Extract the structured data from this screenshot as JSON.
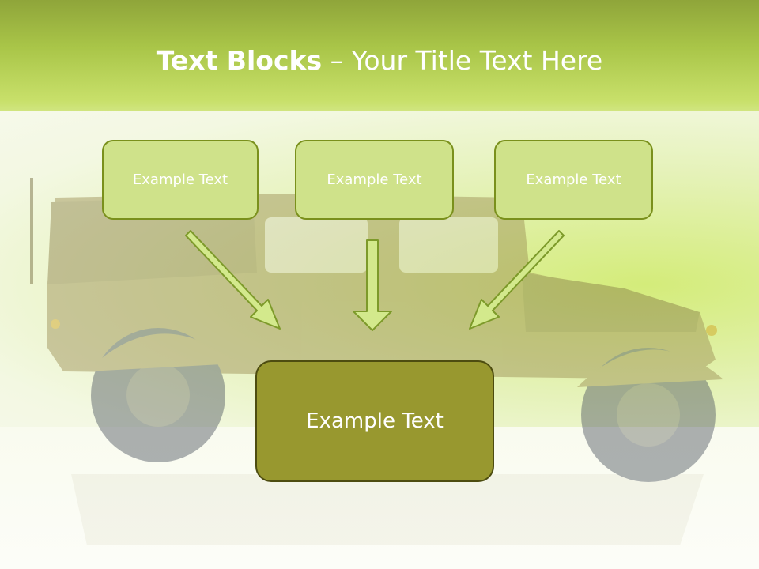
{
  "title": {
    "bold": "Text Blocks",
    "separator": " – ",
    "rest": "Your Title Text Here"
  },
  "blocks": {
    "left": "Example Text",
    "center": "Example Text",
    "right": "Example Text",
    "bottom": "Example Text"
  },
  "colors": {
    "header_green": "#a9c548",
    "box_fill": "#cfe28a",
    "box_border": "#7a901c",
    "bottom_fill": "#98982f",
    "bottom_border": "#4d4c10",
    "arrow_fill": "#d3e98c",
    "arrow_stroke": "#7d9a2a"
  }
}
